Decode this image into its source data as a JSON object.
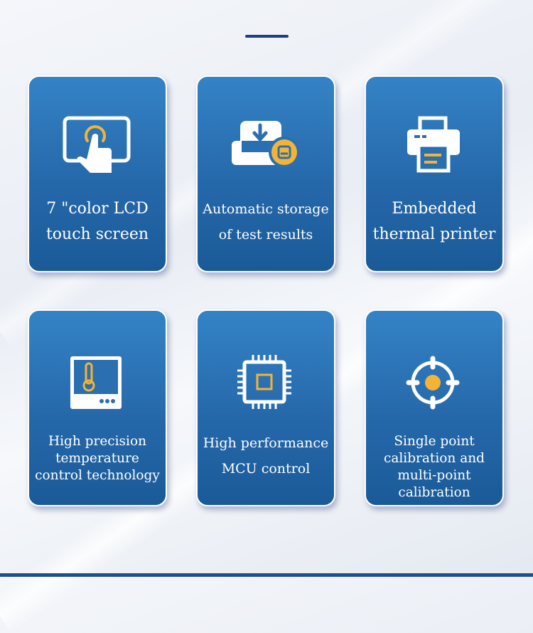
{
  "features": [
    {
      "line1": "7 \"color LCD",
      "line2": "touch screen",
      "icon": "touch-screen-icon"
    },
    {
      "line1": "Automatic storage",
      "line2": "of test results",
      "icon": "storage-icon"
    },
    {
      "line1": "Embedded",
      "line2": "thermal printer",
      "icon": "printer-icon"
    },
    {
      "line1": "High precision",
      "line2": "temperature",
      "line3": "control technology",
      "icon": "thermometer-icon"
    },
    {
      "line1": "High performance",
      "line2": "MCU control",
      "icon": "chip-icon"
    },
    {
      "line1": "Single point",
      "line2": "calibration and",
      "line3": "multi-point",
      "line4": "calibration",
      "icon": "target-icon"
    }
  ],
  "colors": {
    "accent": "#f5b335",
    "card": "#2a6fb0",
    "navy": "#1d3f7c"
  }
}
